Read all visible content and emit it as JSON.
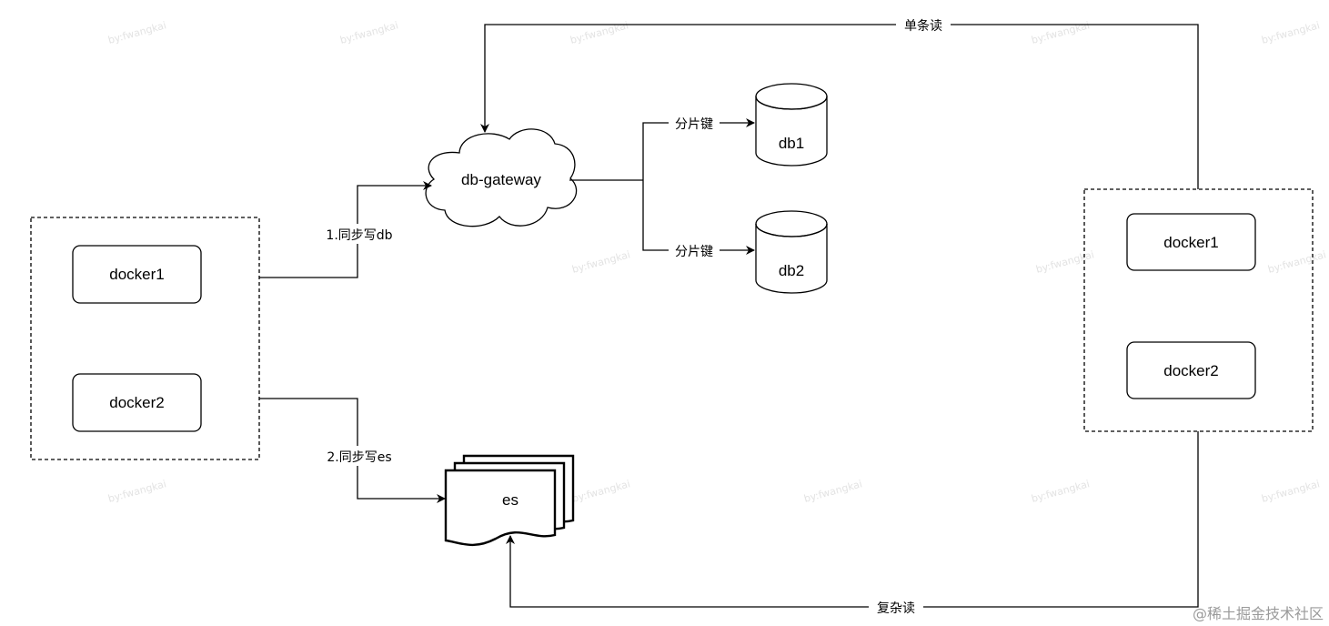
{
  "nodes": {
    "left_docker1": "docker1",
    "left_docker2": "docker2",
    "right_docker1": "docker1",
    "right_docker2": "docker2",
    "gateway": "db-gateway",
    "db1": "db1",
    "db2": "db2",
    "es": "es"
  },
  "edges": {
    "write_db": "1.同步写db",
    "write_es": "2.同步写es",
    "shard_key_1": "分片键",
    "shard_key_2": "分片键",
    "single_read": "单条读",
    "complex_read": "复杂读"
  },
  "watermark": "by:fwangkai",
  "footer": "@稀土掘金技术社区",
  "colors": {
    "stroke": "#000000",
    "background": "#ffffff",
    "watermark": "#e3e3e3",
    "footer": "#9a9a9a"
  }
}
